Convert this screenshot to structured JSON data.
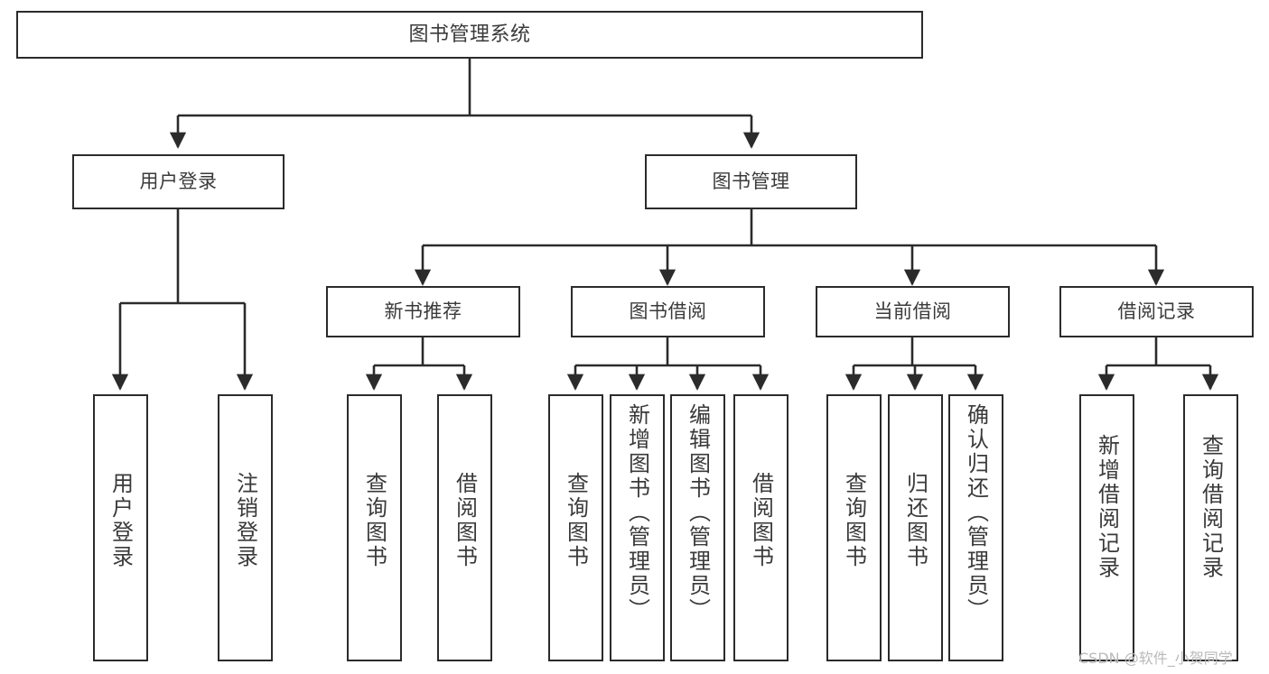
{
  "diagram": {
    "type": "tree-hierarchy",
    "title": "图书管理系统",
    "root": {
      "label": "图书管理系统"
    },
    "level2": [
      {
        "label": "用户登录"
      },
      {
        "label": "图书管理"
      }
    ],
    "level3": [
      {
        "label": "新书推荐"
      },
      {
        "label": "图书借阅"
      },
      {
        "label": "当前借阅"
      },
      {
        "label": "借阅记录"
      }
    ],
    "leaves": {
      "user_login": [
        {
          "label": "用户登录"
        },
        {
          "label": "注销登录"
        }
      ],
      "new_book_recommend": [
        {
          "label": "查询图书"
        },
        {
          "label": "借阅图书"
        }
      ],
      "book_borrow": [
        {
          "label": "查询图书"
        },
        {
          "label": "新增图书（管理员）"
        },
        {
          "label": "编辑图书（管理员）"
        },
        {
          "label": "借阅图书"
        }
      ],
      "current_borrow": [
        {
          "label": "查询图书"
        },
        {
          "label": "归还图书"
        },
        {
          "label": "确认归还（管理员）"
        }
      ],
      "borrow_record": [
        {
          "label": "新增借阅记录"
        },
        {
          "label": "查询借阅记录"
        }
      ]
    }
  },
  "watermark": {
    "text": "CSDN @软件_小贺同学"
  },
  "colors": {
    "stroke": "#2b2b2b",
    "text": "#3a3a3a",
    "background": "#ffffff",
    "watermark": "#b9b9b9"
  }
}
